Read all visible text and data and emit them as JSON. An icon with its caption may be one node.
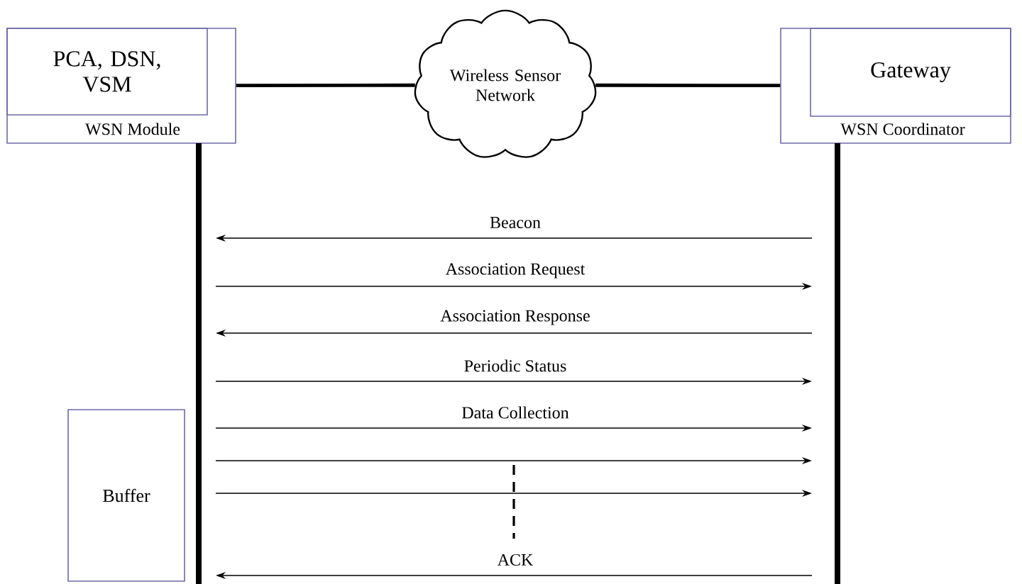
{
  "diagram": {
    "nodes": [
      {
        "text": [
          "WSN Module"
        ]
      },
      {
        "text": [
          "PCA, DSN, VSM"
        ],
        "in": 0
      },
      {
        "text": [
          "Wireless Sensor Network"
        ]
      },
      {
        "text": [
          "WSN Coordinator"
        ]
      },
      {
        "text": [
          "Gateway"
        ],
        "in": 3
      },
      {
        "text": [
          "Buffer"
        ]
      },
      {
        "text": [],
        "shape": "bar"
      },
      {
        "text": [],
        "shape": "bar"
      }
    ],
    "edges": [
      {
        "from": 0,
        "to": 2,
        "arrow": "none",
        "style": "thick"
      },
      {
        "from": 2,
        "to": 3,
        "arrow": "none",
        "style": "thick"
      },
      {
        "from": 7,
        "to": 6,
        "arrow": "to",
        "label": "Beacon"
      },
      {
        "from": 6,
        "to": 7,
        "arrow": "to",
        "label": "Association Request"
      },
      {
        "from": 7,
        "to": 6,
        "arrow": "to",
        "label": "Association Response"
      },
      {
        "from": 6,
        "to": 7,
        "arrow": "to",
        "label": "Periodic Status"
      },
      {
        "from": 6,
        "to": 7,
        "arrow": "to",
        "label": "Data Collection"
      },
      {
        "from": 6,
        "to": 7,
        "arrow": "to"
      },
      {
        "from": 6,
        "to": 7,
        "arrow": "to"
      },
      {
        "from": 7,
        "to": 6,
        "arrow": "to",
        "label": "ACK"
      }
    ]
  }
}
